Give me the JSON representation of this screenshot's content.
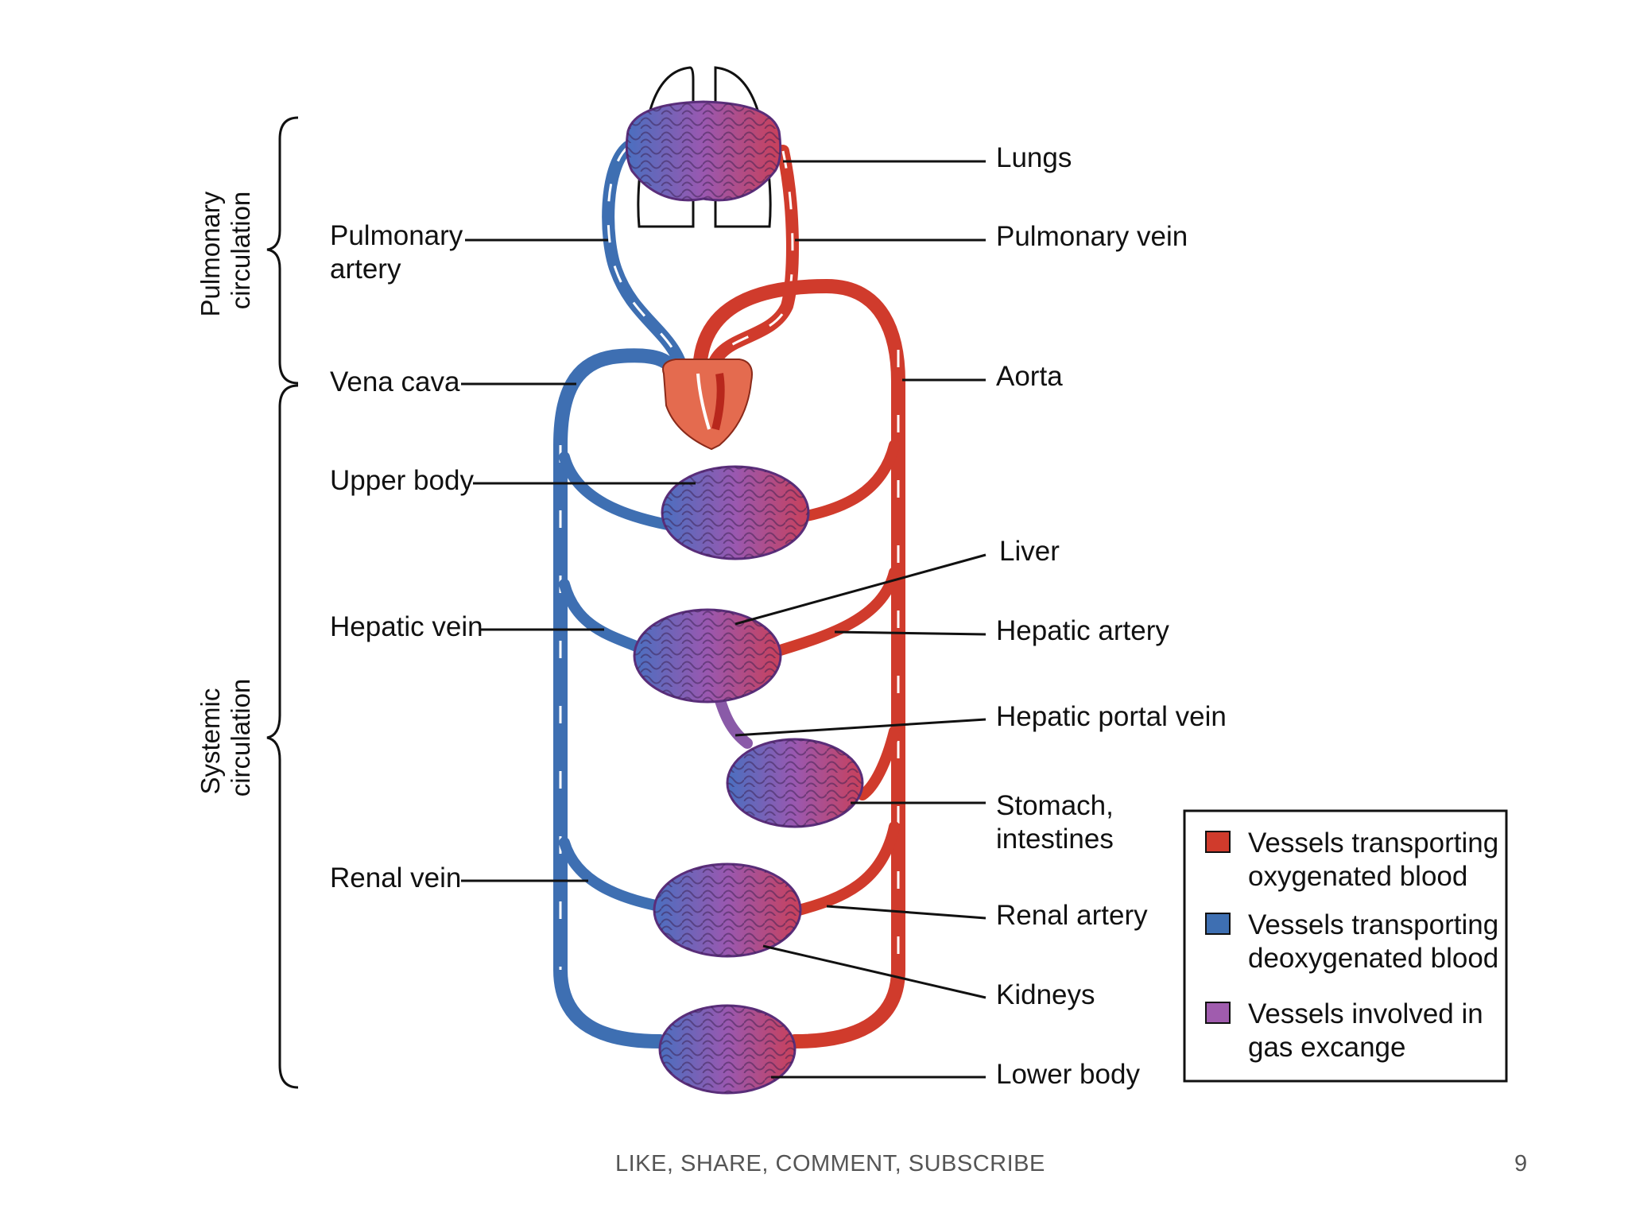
{
  "diagram": {
    "side_labels": {
      "pulmonary": [
        "Pulmonary",
        "circulation"
      ],
      "systemic": [
        "Systemic",
        "circulation"
      ]
    },
    "labels": {
      "lungs": "Lungs",
      "pulmonary_artery": [
        "Pulmonary",
        "artery"
      ],
      "pulmonary_vein": "Pulmonary vein",
      "vena_cava": "Vena cava",
      "aorta": "Aorta",
      "upper_body": "Upper body",
      "liver": "Liver",
      "hepatic_vein": "Hepatic vein",
      "hepatic_artery": "Hepatic artery",
      "hepatic_portal_vein": "Hepatic portal vein",
      "stomach_intestines": [
        "Stomach,",
        "intestines"
      ],
      "renal_vein": "Renal vein",
      "renal_artery": "Renal artery",
      "kidneys": "Kidneys",
      "lower_body": "Lower body"
    },
    "legend": [
      {
        "lines": [
          "Vessels transporting",
          "oxygenated blood"
        ],
        "color": "#d03b2c"
      },
      {
        "lines": [
          "Vessels transporting",
          "deoxygenated blood"
        ],
        "color": "#3e6fb2"
      },
      {
        "lines": [
          "Vessels involved in",
          "gas excange"
        ],
        "color": "#a05cae"
      }
    ],
    "colors": {
      "oxygenated": "#d03b2c",
      "deoxygenated": "#3e6fb2",
      "exchange": "#9c5ab0",
      "heart": "#e46b4f"
    }
  },
  "footer": {
    "text": "LIKE, SHARE, COMMENT, SUBSCRIBE",
    "page_number": "9"
  }
}
